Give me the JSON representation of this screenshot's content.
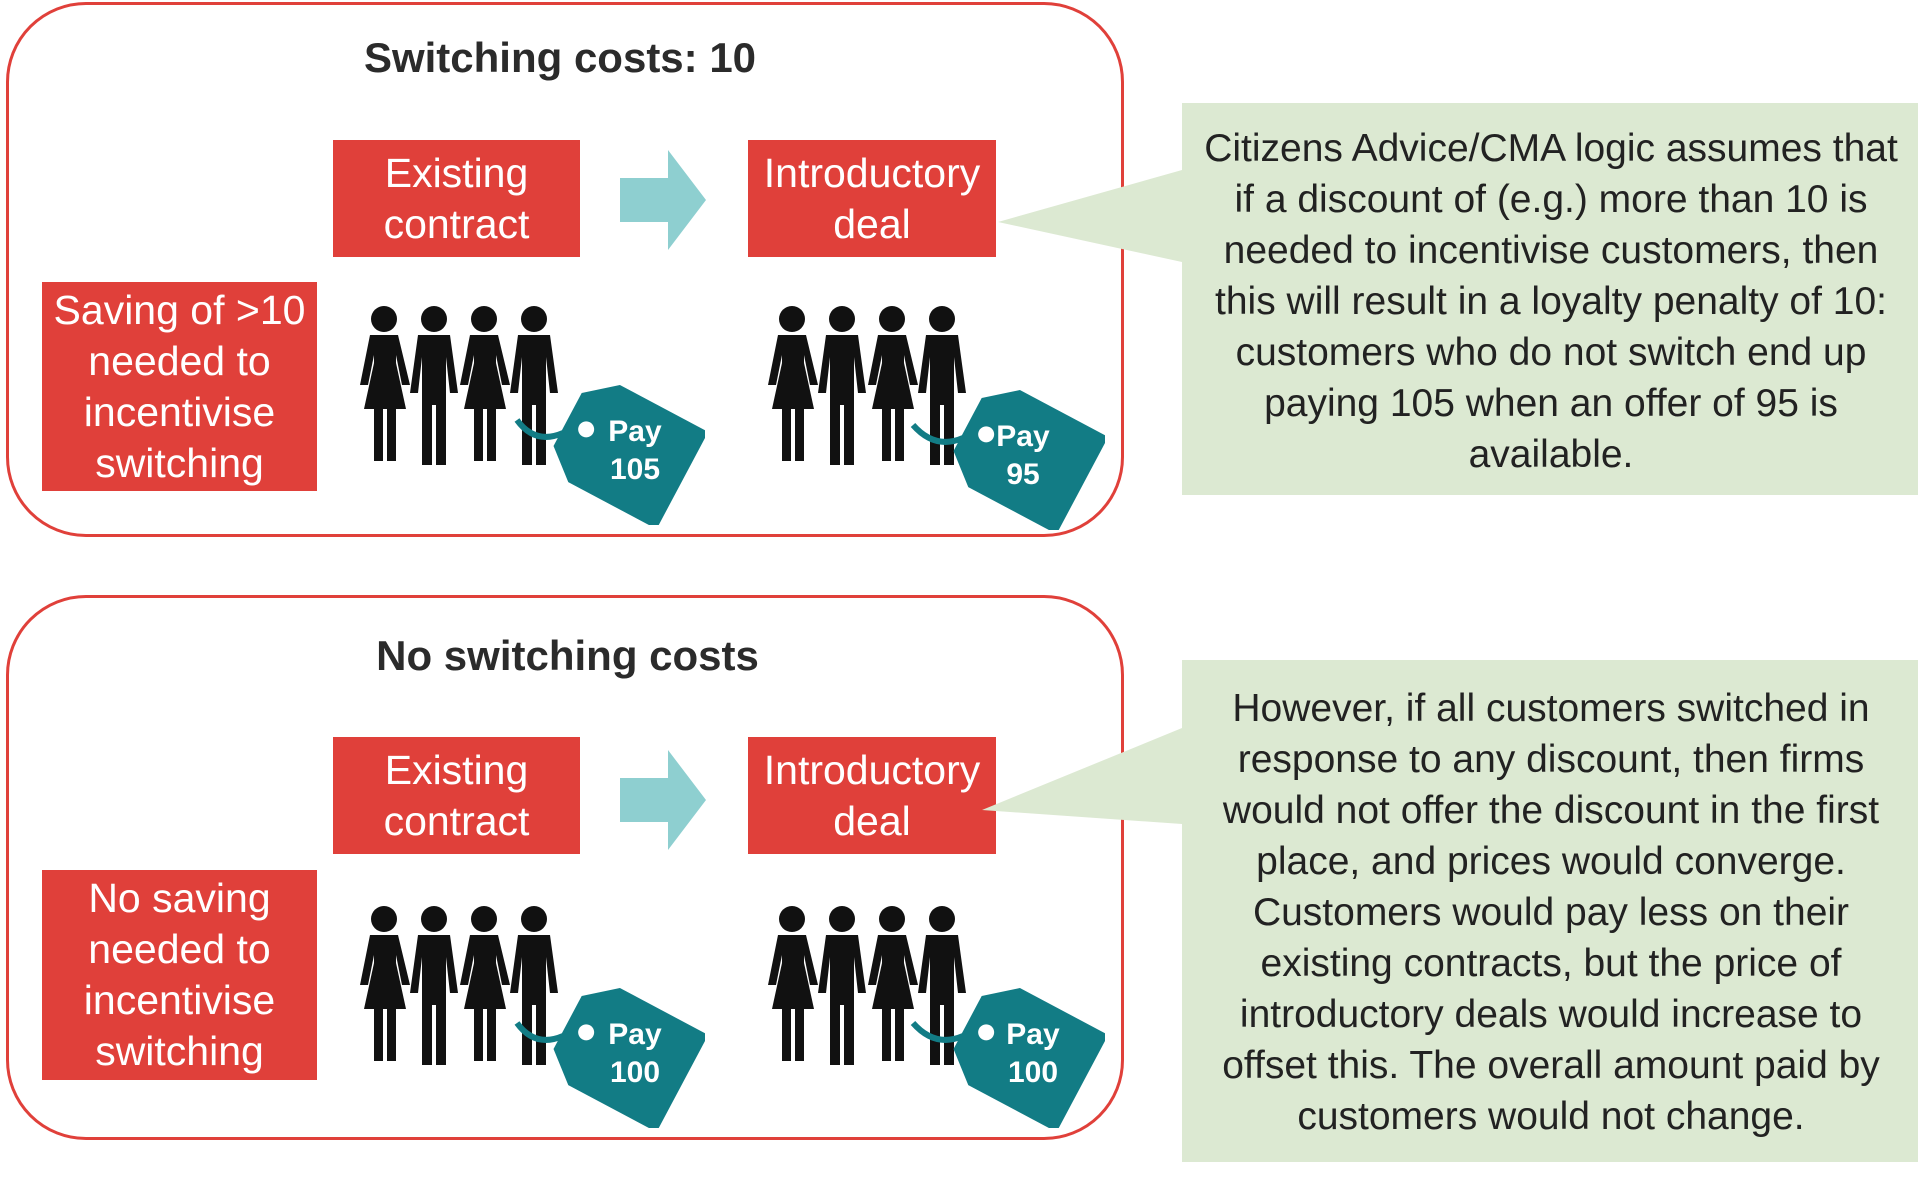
{
  "colors": {
    "red": "#e0403a",
    "teal": "#127c85",
    "arrow": "#8ecfd0",
    "callout": "#dce9d2"
  },
  "panels": [
    {
      "title": "Switching costs: 10",
      "side_label": "Saving of >10 needed to incentivise switching",
      "existing_label": "Existing contract",
      "intro_label": "Introductory deal",
      "existing_tag": {
        "pay": "Pay",
        "amount": "105"
      },
      "intro_tag": {
        "pay": "Pay",
        "amount": "95"
      },
      "callout": "Citizens Advice/CMA logic assumes that if a discount of (e.g.) more than 10 is needed to incentivise customers, then this will result in a loyalty penalty of 10: customers who do not switch end up paying 105 when an offer of 95 is available."
    },
    {
      "title": "No switching costs",
      "side_label": "No saving needed to incentivise switching",
      "existing_label": "Existing contract",
      "intro_label": "Introductory deal",
      "existing_tag": {
        "pay": "Pay",
        "amount": "100"
      },
      "intro_tag": {
        "pay": "Pay",
        "amount": "100"
      },
      "callout": "However, if all customers switched in response to any discount, then firms would not offer the discount in the first place, and prices would converge. Customers would pay less on their existing contracts, but the price of introductory deals would increase to offset this. The overall amount paid by customers would not change."
    }
  ]
}
